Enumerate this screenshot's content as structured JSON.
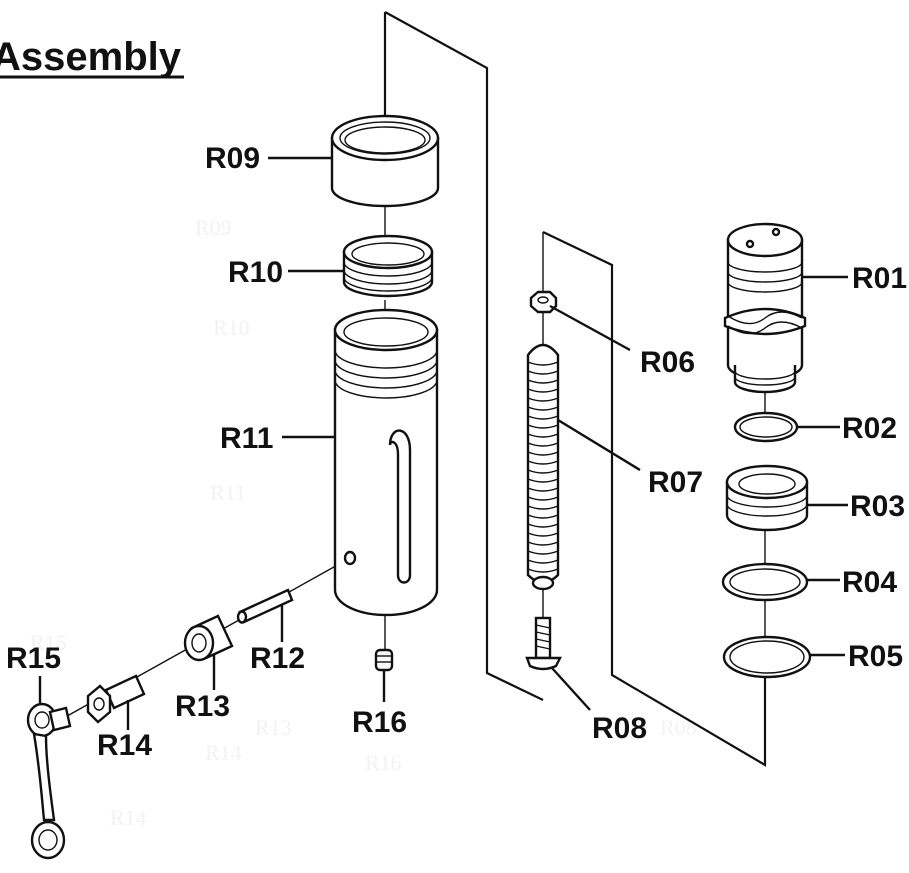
{
  "title": "Assembly",
  "callouts": [
    {
      "id": "R01",
      "label": "R01"
    },
    {
      "id": "R02",
      "label": "R02"
    },
    {
      "id": "R03",
      "label": "R03"
    },
    {
      "id": "R04",
      "label": "R04"
    },
    {
      "id": "R05",
      "label": "R05"
    },
    {
      "id": "R06",
      "label": "R06"
    },
    {
      "id": "R07",
      "label": "R07"
    },
    {
      "id": "R08",
      "label": "R08"
    },
    {
      "id": "R09",
      "label": "R09"
    },
    {
      "id": "R10",
      "label": "R10"
    },
    {
      "id": "R11",
      "label": "R11"
    },
    {
      "id": "R12",
      "label": "R12"
    },
    {
      "id": "R13",
      "label": "R13"
    },
    {
      "id": "R14",
      "label": "R14"
    },
    {
      "id": "R15",
      "label": "R15"
    },
    {
      "id": "R16",
      "label": "R16"
    }
  ],
  "ghost_labels": [
    "R09",
    "R10",
    "R11",
    "R15",
    "R13",
    "R14",
    "R16",
    "R14",
    "R08"
  ],
  "colors": {
    "ink": "#111111",
    "background": "#ffffff",
    "ghost": "#f2f2f2"
  }
}
